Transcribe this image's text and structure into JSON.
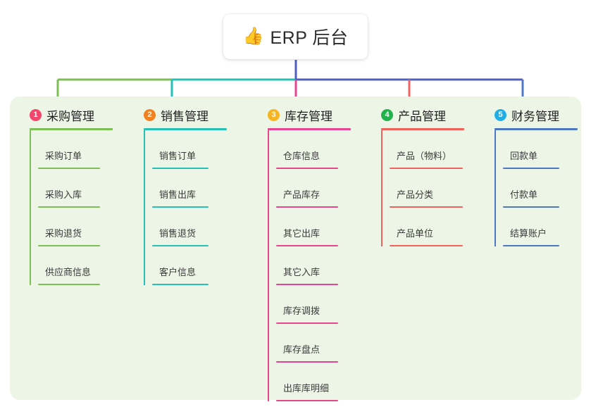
{
  "root": {
    "icon": "thumbs-up-icon",
    "icon_glyph": "👍",
    "label": "ERP 后台"
  },
  "theme": {
    "panel_bg": "#EDF6E6",
    "page_bg": "#FFFFFF",
    "stem_color": "#4F5FC0"
  },
  "columns": [
    {
      "number": "1",
      "title": "采购管理",
      "badge_color": "#F2466B",
      "line_color": "#7DBE56",
      "rule_width": 118,
      "leaf_rule_width": 88,
      "items": [
        "采购订单",
        "采购入库",
        "采购退货",
        "供应商信息"
      ]
    },
    {
      "number": "2",
      "title": "销售管理",
      "badge_color": "#F48120",
      "line_color": "#27BFB6",
      "rule_width": 118,
      "leaf_rule_width": 80,
      "items": [
        "销售订单",
        "销售出库",
        "销售退货",
        "客户信息"
      ]
    },
    {
      "number": "3",
      "title": "库存管理",
      "badge_color": "#F7B422",
      "line_color": "#E8458F",
      "rule_width": 118,
      "leaf_rule_width": 88,
      "items": [
        "仓库信息",
        "产品库存",
        "其它出库",
        "其它入库",
        "库存调拨",
        "库存盘点",
        "出库库明细"
      ]
    },
    {
      "number": "4",
      "title": "产品管理",
      "badge_color": "#20B24B",
      "line_color": "#F2615C",
      "rule_width": 118,
      "leaf_rule_width": 104,
      "items": [
        "产品（物料）",
        "产品分类",
        "产品单位"
      ]
    },
    {
      "number": "5",
      "title": "财务管理",
      "badge_color": "#22AEE5",
      "line_color": "#4F78C4",
      "rule_width": 118,
      "leaf_rule_width": 80,
      "items": [
        "回款单",
        "付款单",
        "结算账户"
      ]
    }
  ]
}
